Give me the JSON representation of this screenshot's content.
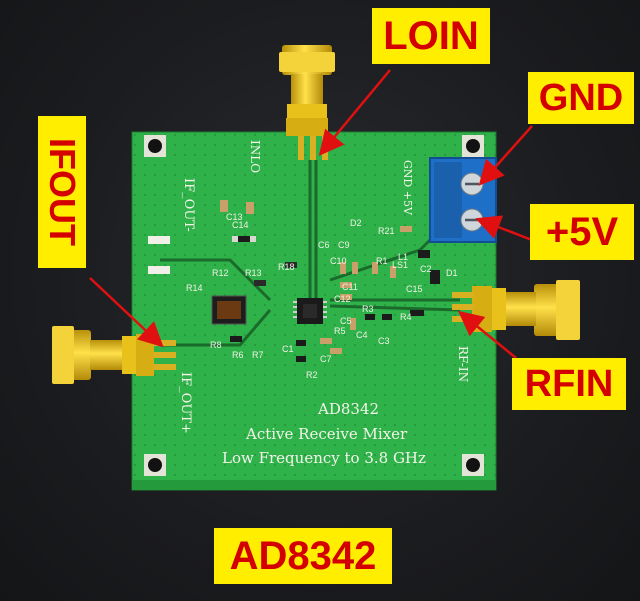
{
  "image": {
    "description_free": true
  },
  "callouts": {
    "loin": "LOIN",
    "gnd": "GND",
    "plus5v": "+5V",
    "rfin": "RFIN",
    "ifout": "IFOUT",
    "part": "AD8342"
  },
  "silkscreen": {
    "chip_name": "AD8342",
    "description": "Active Receive Mixer",
    "frequency": "Low Frequency to 3.8 GHz",
    "inlo": "INLO",
    "rf_in": "RF-IN",
    "if_out_minus": "IF_OUT-",
    "if_out_plus": "IF_OUT+",
    "gnd_5v": "GND +5V"
  },
  "refdes": [
    "R14",
    "R12",
    "R13",
    "R18",
    "R8",
    "R6",
    "R7",
    "C13",
    "C14",
    "C9",
    "C10",
    "C6",
    "C11",
    "C12",
    "C5",
    "C4",
    "C7",
    "C1",
    "C3",
    "R4",
    "R5",
    "D2",
    "R21",
    "C2",
    "D1",
    "C15",
    "R1",
    "L1",
    "R2",
    "R3",
    "LS1"
  ],
  "colors": {
    "callout_bg": "#ffee00",
    "callout_text": "#d40000",
    "pcb_green": "#2fb24a",
    "connector_gold": "#e8c21a",
    "terminal_blue": "#1e6fc8",
    "arrow_red": "#e01010"
  }
}
